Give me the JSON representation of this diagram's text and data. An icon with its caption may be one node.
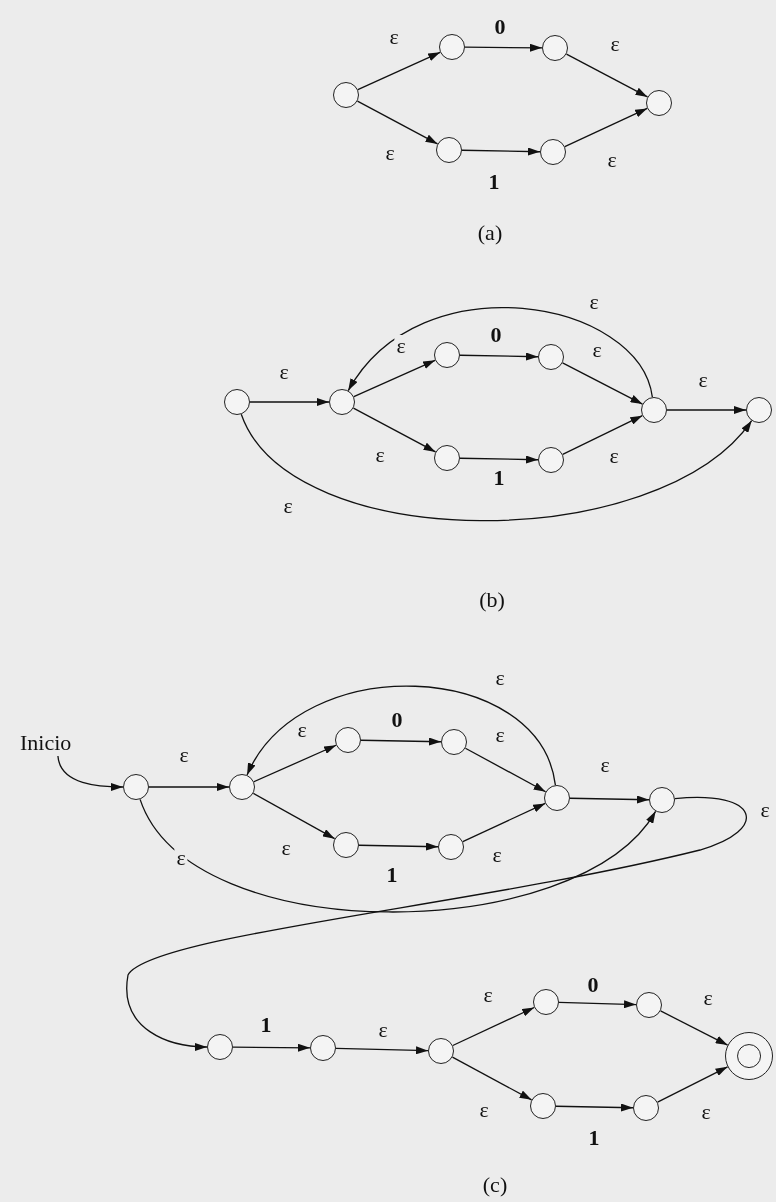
{
  "diagram": {
    "nodes": [
      {
        "text": [],
        "shape": "circle"
      },
      {
        "text": [],
        "shape": "circle"
      },
      {
        "text": [],
        "shape": "circle"
      },
      {
        "text": [],
        "shape": "circle"
      },
      {
        "text": [],
        "shape": "circle"
      },
      {
        "text": [],
        "shape": "circle"
      },
      {
        "text": [],
        "shape": "circle"
      },
      {
        "text": [],
        "shape": "circle"
      },
      {
        "text": [],
        "shape": "circle"
      },
      {
        "text": [],
        "shape": "circle"
      },
      {
        "text": [],
        "shape": "circle"
      },
      {
        "text": [],
        "shape": "circle"
      },
      {
        "text": [],
        "shape": "circle"
      },
      {
        "text": [],
        "shape": "circle"
      },
      {
        "text": [
          "Inicio"
        ]
      },
      {
        "text": [],
        "shape": "circle"
      },
      {
        "text": [],
        "shape": "circle"
      },
      {
        "text": [],
        "shape": "circle"
      },
      {
        "text": [],
        "shape": "circle"
      },
      {
        "text": [],
        "shape": "circle"
      },
      {
        "text": [],
        "shape": "circle"
      },
      {
        "text": [],
        "shape": "circle"
      },
      {
        "text": [],
        "shape": "circle"
      },
      {
        "text": [],
        "shape": "circle"
      },
      {
        "text": [],
        "shape": "circle"
      },
      {
        "text": [],
        "shape": "circle"
      },
      {
        "text": [],
        "shape": "circle"
      },
      {
        "text": [],
        "shape": "circle"
      },
      {
        "text": [],
        "shape": "doublecircle"
      },
      {
        "text": [],
        "shape": "circle"
      },
      {
        "text": [],
        "shape": "circle"
      }
    ],
    "edges": [
      {
        "from": 0,
        "to": 1,
        "arrow": "to",
        "label": "ε"
      },
      {
        "from": 1,
        "to": 2,
        "arrow": "to",
        "label": "0"
      },
      {
        "from": 2,
        "to": 3,
        "arrow": "to",
        "label": "ε"
      },
      {
        "from": 0,
        "to": 4,
        "arrow": "to",
        "label": "ε"
      },
      {
        "from": 4,
        "to": 5,
        "arrow": "to",
        "label": "1"
      },
      {
        "from": 5,
        "to": 3,
        "arrow": "to",
        "label": "ε"
      },
      {
        "from": 6,
        "to": 7,
        "arrow": "to",
        "label": "ε"
      },
      {
        "from": 7,
        "to": 8,
        "arrow": "to",
        "label": "ε"
      },
      {
        "from": 8,
        "to": 9,
        "arrow": "to",
        "label": "0"
      },
      {
        "from": 9,
        "to": 10,
        "arrow": "to",
        "label": "ε"
      },
      {
        "from": 7,
        "to": 12,
        "arrow": "to",
        "label": "ε"
      },
      {
        "from": 12,
        "to": 13,
        "arrow": "to",
        "label": "1"
      },
      {
        "from": 13,
        "to": 10,
        "arrow": "to",
        "label": "ε"
      },
      {
        "from": 10,
        "to": 11,
        "arrow": "to",
        "label": "ε"
      },
      {
        "from": 10,
        "to": 7,
        "arrow": "to",
        "label": "ε"
      },
      {
        "from": 6,
        "to": 11,
        "arrow": "to",
        "label": "ε"
      },
      {
        "from": 14,
        "to": 15,
        "arrow": "to"
      },
      {
        "from": 15,
        "to": 16,
        "arrow": "to",
        "label": "ε"
      },
      {
        "from": 16,
        "to": 17,
        "arrow": "to",
        "label": "ε"
      },
      {
        "from": 17,
        "to": 18,
        "arrow": "to",
        "label": "0"
      },
      {
        "from": 18,
        "to": 19,
        "arrow": "to",
        "label": "ε"
      },
      {
        "from": 16,
        "to": 21,
        "arrow": "to",
        "label": "ε"
      },
      {
        "from": 21,
        "to": 22,
        "arrow": "to",
        "label": "1"
      },
      {
        "from": 22,
        "to": 19,
        "arrow": "to",
        "label": "ε"
      },
      {
        "from": 19,
        "to": 16,
        "arrow": "to",
        "label": "ε"
      },
      {
        "from": 15,
        "to": 20,
        "arrow": "to",
        "label": "ε"
      },
      {
        "from": 19,
        "to": 20,
        "arrow": "to",
        "label": "ε"
      },
      {
        "from": 20,
        "to": 23,
        "arrow": "to",
        "label": "ε"
      },
      {
        "from": 23,
        "to": 24,
        "arrow": "to",
        "label": "1"
      },
      {
        "from": 24,
        "to": 25,
        "arrow": "to",
        "label": "ε"
      },
      {
        "from": 25,
        "to": 26,
        "arrow": "to",
        "label": "ε"
      },
      {
        "from": 26,
        "to": 27,
        "arrow": "to",
        "label": "0"
      },
      {
        "from": 27,
        "to": 28,
        "arrow": "to",
        "label": "ε"
      },
      {
        "from": 25,
        "to": 29,
        "arrow": "to",
        "label": "ε"
      },
      {
        "from": 29,
        "to": 30,
        "arrow": "to",
        "label": "1"
      },
      {
        "from": 30,
        "to": 28,
        "arrow": "to",
        "label": "ε"
      }
    ],
    "labels": [
      "(a)",
      "(b)",
      "(c)"
    ]
  }
}
